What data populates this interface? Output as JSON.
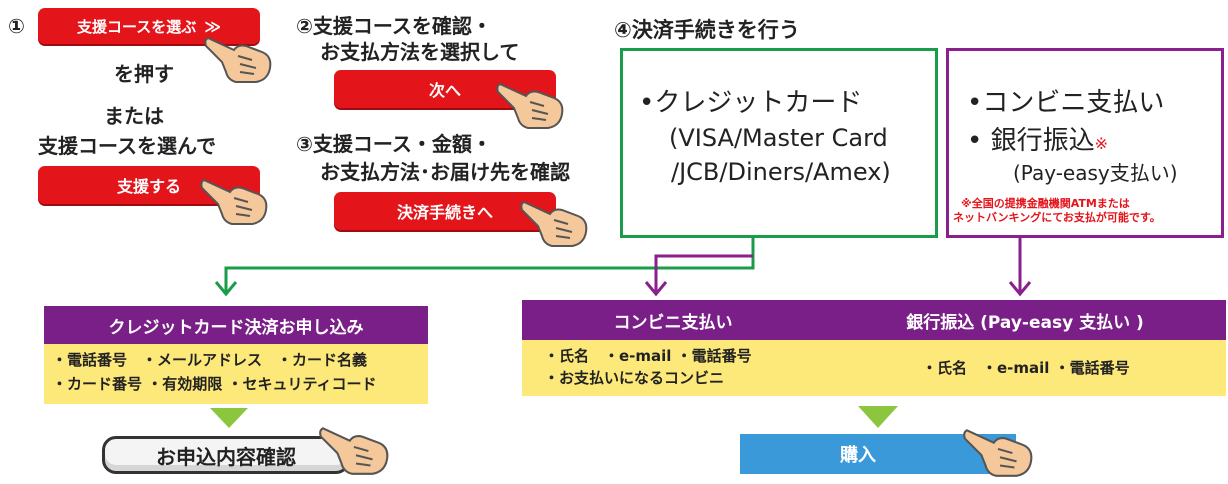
{
  "step1": {
    "num": "①",
    "btn_label": "支援コースを選ぶ",
    "btn_arrows": "≫",
    "press": "を押す",
    "or": "または",
    "alt": "支援コースを選んで",
    "btn2_label": "支援する"
  },
  "step2": {
    "line1": "②支援コースを確認・",
    "line2": "お支払方法を選択して",
    "btn_label": "次へ"
  },
  "step3": {
    "line1": "③支援コース・金額・",
    "line2": "お支払方法･お届け先を確認",
    "btn_label": "決済手続きへ"
  },
  "step4": {
    "title": "④決済手続きを行う",
    "credit_line1": "•クレジットカード",
    "credit_line2": "(VISA/Master Card",
    "credit_line3": "/JCB/Diners/Amex)",
    "conv_line": "•コンビニ支払い",
    "bank_line": "• 銀行振込",
    "bank_mark": "※",
    "payeasy_line": "(Pay-easy支払い)",
    "note_line1": "※全国の提携金融機関ATMまたは",
    "note_line2": "ネットバンキングにてお支払が可能です。"
  },
  "credit_form": {
    "header": "クレジットカード決済お申し込み",
    "row1": "・電話番号　・メールアドレス　・カード名義",
    "row2": "・カード番号 ・有効期限 ・セキュリティコード",
    "confirm_btn": "お申込内容確認"
  },
  "conv_form": {
    "header": "コンビニ支払い",
    "row1": "・氏名　・e-mail ・電話番号",
    "row2": "・お支払いになるコンビニ"
  },
  "bank_form": {
    "header": "銀行振込 (Pay-easy 支払い )",
    "row1": "・氏名　・e-mail ・電話番号"
  },
  "purchase_btn": "購入",
  "colors": {
    "red": "#e4141b",
    "green": "#1a9c4a",
    "purple": "#8a1f8e",
    "header_purple": "#7a1f87",
    "yellow": "#fde97a",
    "blue": "#3a9ad9",
    "triangle_green": "#8cc63f"
  }
}
